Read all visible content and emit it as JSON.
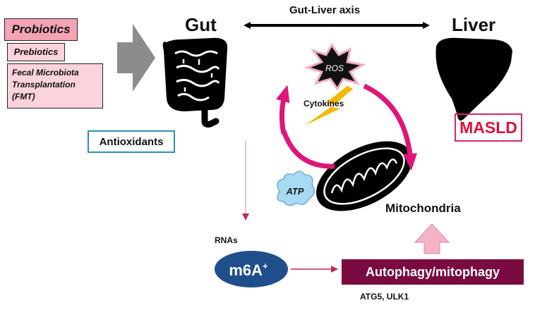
{
  "diagram": {
    "interventions": {
      "probiotics": "Probiotics",
      "prebiotics": "Prebiotics",
      "fmt_line1": "Fecal Microbiota",
      "fmt_line2": "Transplantation",
      "fmt_line3": "(FMT)"
    },
    "antioxidants": "Antioxidants",
    "gut": "Gut",
    "liver": "Liver",
    "axis": "Gut-Liver axis",
    "ros": "ROS",
    "cytokines": "Cytokines",
    "atp": "ATP",
    "masld": "MASLD",
    "mitochondria": "Mitochondria",
    "rnas": "RNAs",
    "m6a": "m6A",
    "m6a_sup": "+",
    "autophagy": "Autophagy/mitophagy",
    "genes": "ATG5, ULK1"
  },
  "colors": {
    "arrow_magenta": "#e0157a",
    "autophagy_box": "#7a0b3f",
    "m6a_oval": "#1f4e8c",
    "masld_text": "#e0103a",
    "antioxidant_border": "#2f8fb6",
    "probiotics_fill": "#f4a3b4",
    "pink_fill": "#fbd3da",
    "gray_arrow": "#8c8c8c",
    "light_pink_arrow": "#f5b3c6",
    "bolt": "#f5b800"
  }
}
